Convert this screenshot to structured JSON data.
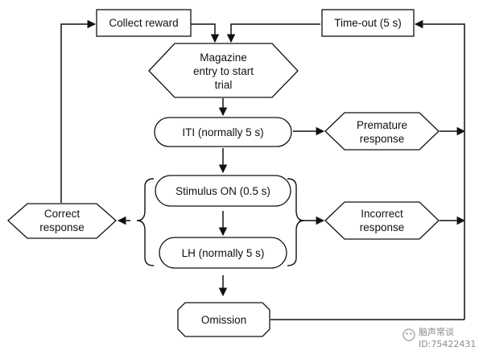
{
  "nodes": {
    "collect_reward": "Collect reward",
    "time_out": "Time-out (5 s)",
    "magazine_entry": [
      "Magazine",
      "entry to start",
      "trial"
    ],
    "iti": "ITI (normally 5 s)",
    "premature_response": [
      "Premature",
      "response"
    ],
    "stimulus_on": "Stimulus ON (0.5 s)",
    "lh": "LH (normally 5 s)",
    "correct_response": [
      "Correct",
      "response"
    ],
    "incorrect_response": [
      "Incorrect",
      "response"
    ],
    "omission": "Omission"
  },
  "watermark": {
    "line1": "脑声常谈",
    "line2": "ID:75422431"
  }
}
